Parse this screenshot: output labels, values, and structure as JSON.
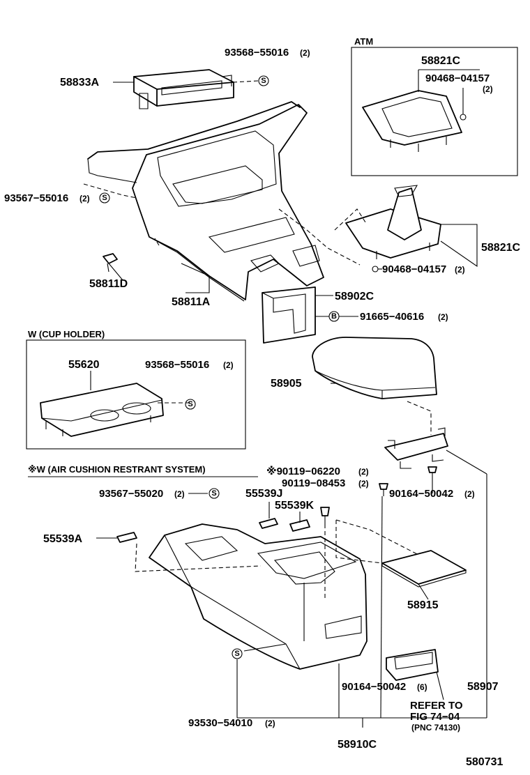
{
  "sections": {
    "atm": "ATM",
    "cup_holder": "W (CUP HOLDER)",
    "airbag": "※W (AIR CUSHION RESTRANT SYSTEM)"
  },
  "parts": {
    "p58833A": "58833A",
    "p93568_top": "93568−55016",
    "q93568_top": "(2)",
    "p58821C_atm": "58821C",
    "p90468_atm": "90468−04157",
    "q90468_atm": "(2)",
    "p93567_55016": "93567−55016",
    "q93567_55016": "(2)",
    "p58811D": "58811D",
    "p58811A": "58811A",
    "p58821C": "58821C",
    "p90468": "90468−04157",
    "q90468": "(2)",
    "p58902C": "58902C",
    "p91665": "91665−40616",
    "q91665": "(2)",
    "p55620": "55620",
    "p93568_cup": "93568−55016",
    "q93568_cup": "(2)",
    "p58905": "58905",
    "p90119_06220": "※90119−06220",
    "q90119_06220": "(2)",
    "p90119_08453": "90119−08453",
    "q90119_08453": "(2)",
    "p93567_55020": "93567−55020",
    "q93567_55020": "(2)",
    "p55539J": "55539J",
    "p55539K": "55539K",
    "p90164_50042_2": "90164−50042",
    "q90164_50042_2": "(2)",
    "p55539A": "55539A",
    "p58915": "58915",
    "p90164_50042_6": "90164−50042",
    "q90164_50042_6": "(6)",
    "p58907": "58907",
    "refer1": "REFER TO",
    "refer2": "FIG 74−04",
    "refer3": "(PNC 74130)",
    "p93530": "93530−54010",
    "q93530": "(2)",
    "p58910C": "58910C"
  },
  "symbols": {
    "s": "S",
    "b": "B"
  },
  "figure_number": "580731"
}
